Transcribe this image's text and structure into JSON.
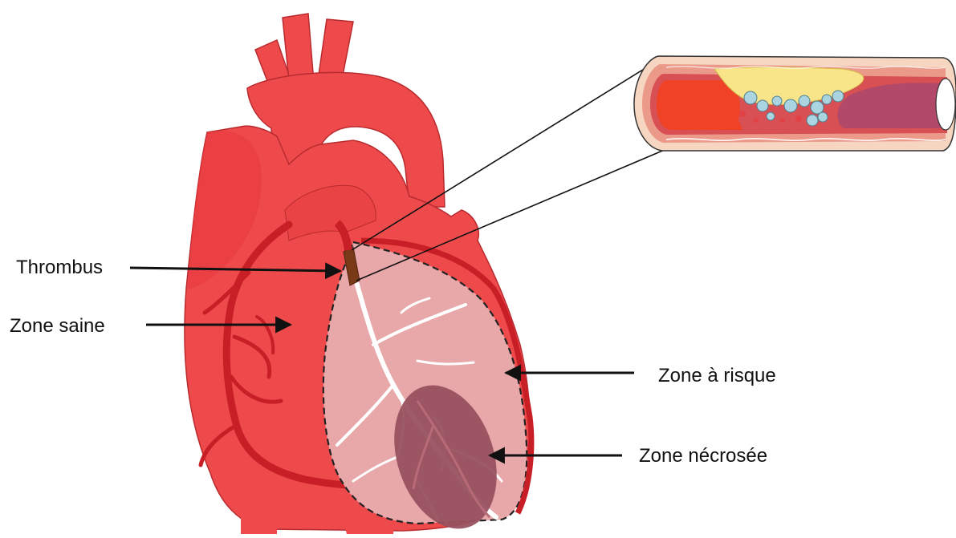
{
  "labels": {
    "thrombus": "Thrombus",
    "healthy_zone": "Zone saine",
    "risk_zone": "Zone à risque",
    "necrotic_zone": "Zone nécrosée"
  },
  "colors": {
    "heart": "#ee4a4c",
    "heart_dark": "#d42d33",
    "vessel": "#c81e26",
    "risk_zone": "#e8a7a9",
    "necrotic_zone": "#98515f",
    "thrombus": "#7a3a18",
    "plaque": "#f8e58a",
    "arrow": "#111111"
  }
}
